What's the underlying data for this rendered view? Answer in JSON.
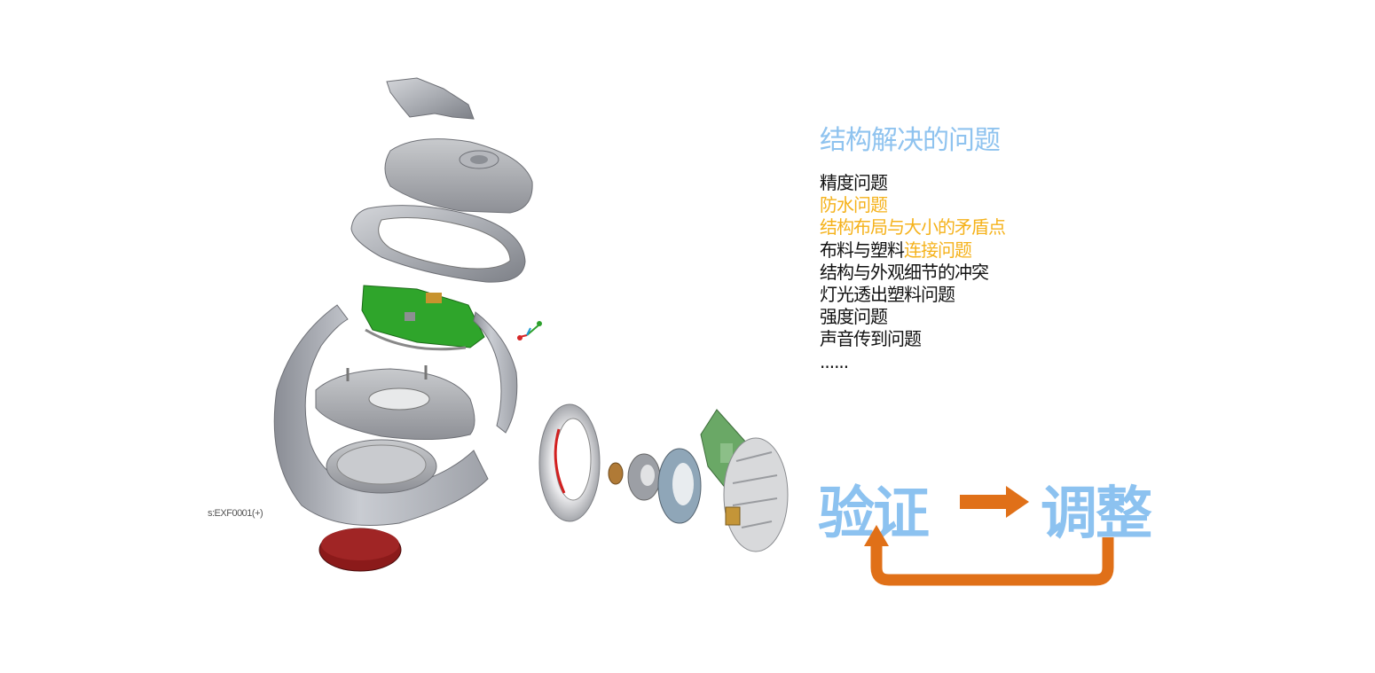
{
  "part_label": "s:EXF0001(+)",
  "title": "结构解决的问题",
  "issues": [
    {
      "parts": [
        {
          "text": "精度问题",
          "color": "#111111"
        }
      ]
    },
    {
      "parts": [
        {
          "text": "防水问题",
          "color": "#f5b21b"
        }
      ]
    },
    {
      "parts": [
        {
          "text": "结构布局与大小的矛盾点",
          "color": "#f5b21b"
        }
      ]
    },
    {
      "parts": [
        {
          "text": "布料与塑料",
          "color": "#111111"
        },
        {
          "text": "连接问题",
          "color": "#f5b21b"
        }
      ]
    },
    {
      "parts": [
        {
          "text": "结构与外观细节的冲突",
          "color": "#111111"
        }
      ]
    },
    {
      "parts": [
        {
          "text": "灯光透出塑料问题",
          "color": "#111111"
        }
      ]
    },
    {
      "parts": [
        {
          "text": "强度问题",
          "color": "#111111"
        }
      ]
    },
    {
      "parts": [
        {
          "text": "声音传到问题",
          "color": "#111111"
        }
      ]
    },
    {
      "parts": [
        {
          "text": "......",
          "color": "#111111"
        }
      ]
    }
  ],
  "flow": {
    "verify": "验证",
    "adjust": "调整",
    "arrow_color": "#e07018",
    "word_color": "#8cc2f0"
  },
  "colors": {
    "title": "#8fc3ef",
    "highlight": "#f5b21b",
    "pcb_green": "#2fa52b",
    "base_red": "#8b1a1a"
  }
}
